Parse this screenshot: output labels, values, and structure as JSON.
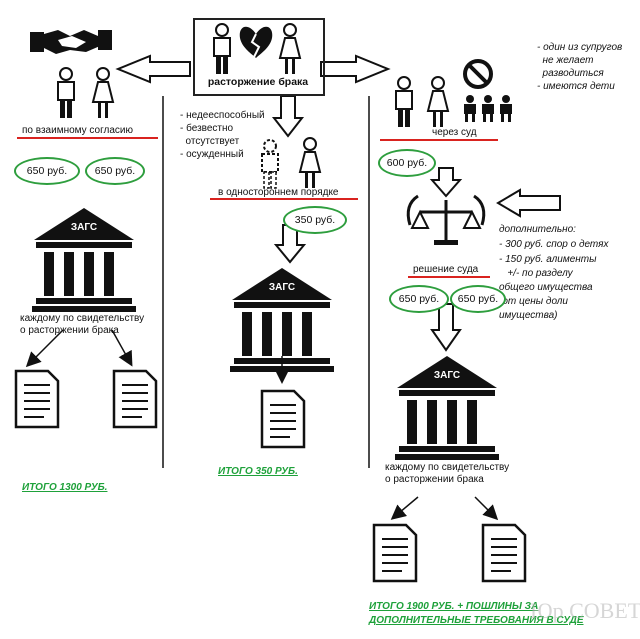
{
  "center": {
    "title": "расторжение брака"
  },
  "left": {
    "label": "по взаимному согласию",
    "fee1": "650 руб.",
    "fee2": "650 руб.",
    "zags": "ЗАГС",
    "note_line1": "каждому по свидетельству",
    "note_line2": "о расторжении брака",
    "total": "ИТОГО 1300 РУБ."
  },
  "middle": {
    "conditions": [
      "- недееспособный",
      "- безвестно",
      "  отсутствует",
      "- осужденный"
    ],
    "label": "в одностороннем порядке",
    "fee": "350 руб.",
    "zags": "ЗАГС",
    "total": "ИТОГО 350 РУБ."
  },
  "right": {
    "conditions": [
      "- один из супругов",
      "  не желает",
      "  разводиться",
      "- имеются дети"
    ],
    "label": "через суд",
    "court_fee": "600 руб.",
    "decision": "решение суда",
    "extra": [
      "дополнительно:",
      "- 300 руб. спор о детях",
      "- 150 руб. алименты",
      "   +/- по разделу",
      "общего имущества",
      "(от цены доли",
      "имущества)"
    ],
    "fee1": "650 руб.",
    "fee2": "650 руб.",
    "zags": "ЗАГС",
    "note_line1": "каждому по свидетельству",
    "note_line2": "о расторжении брака",
    "total_line1": "ИТОГО 1900 РУБ. + ПОШЛИНЫ ЗА",
    "total_line2": "ДОПОЛНИТЕЛЬНЫЕ ТРЕБОВАНИЯ В СУДЕ"
  },
  "watermark": "Юр СОВЕТ",
  "colors": {
    "oval": "#2e9e3e",
    "underline": "#d9231f",
    "total": "#1ea13a"
  },
  "icons": [
    "handshake-icon",
    "broken-heart-icon",
    "person-icon",
    "prohibition-icon",
    "scales-icon",
    "building-icon",
    "document-icon",
    "arrow-icon"
  ]
}
